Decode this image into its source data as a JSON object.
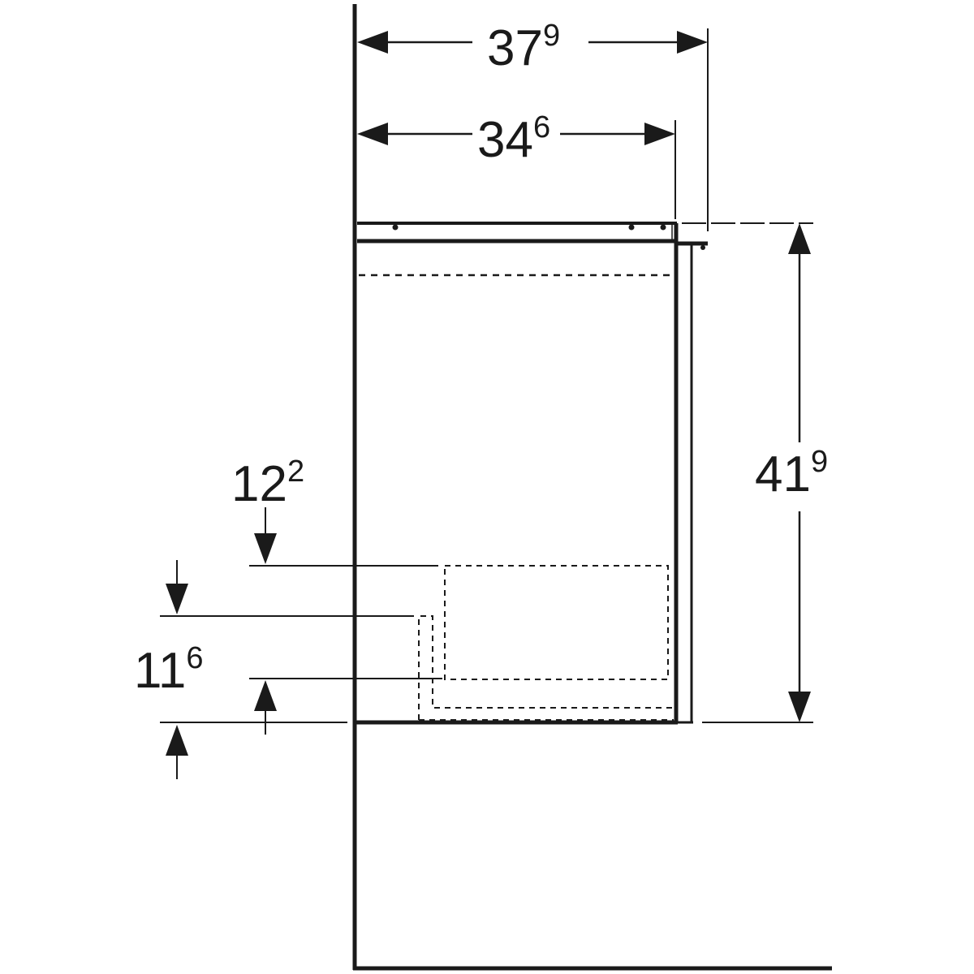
{
  "dimensions": {
    "overall_width": {
      "main": "37",
      "sup": "9"
    },
    "body_width": {
      "main": "34",
      "sup": "6"
    },
    "height": {
      "main": "41",
      "sup": "9"
    },
    "upper_cutout": {
      "main": "12",
      "sup": "2"
    },
    "lower_cutout": {
      "main": "11",
      "sup": "6"
    }
  },
  "colors": {
    "line": "#1a1a1a",
    "background": "#ffffff"
  }
}
